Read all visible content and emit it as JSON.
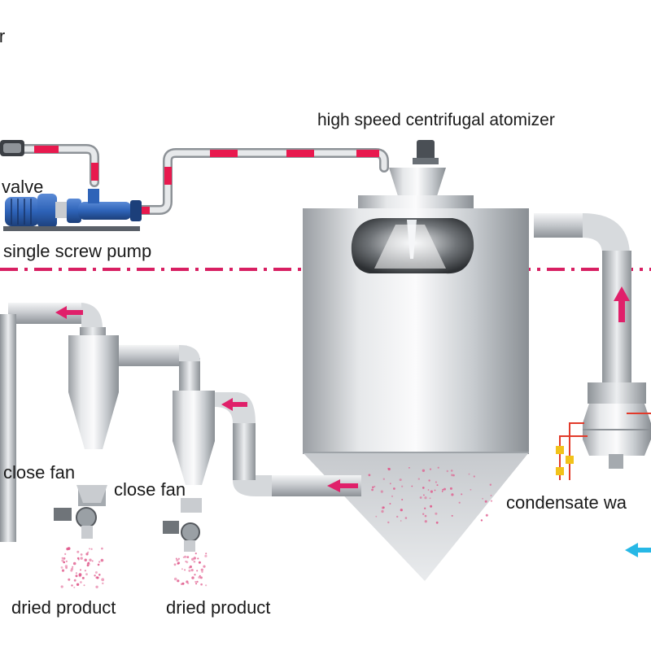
{
  "labels": {
    "corner_fragment": "ir",
    "atomizer": "high speed centrifugal atomizer",
    "valve": "valve",
    "pump": "single screw pump",
    "close_fan_1": "close fan",
    "close_fan_2": "close fan",
    "condensate": "condensate wa",
    "product_1": "dried product",
    "product_2": "dried product"
  },
  "colors": {
    "background": "#ffffff",
    "pipe": "#c4c8cc",
    "pipe_stripe": "#e8194e",
    "flow_arrow": "#e0206a",
    "divider": "#d81f62",
    "pump_motor": "#2e63b8",
    "heater_lines": "#e23a2a",
    "valves": "#f2c21a",
    "water_arrow": "#27b8e6",
    "product_dots": "#e05a8c"
  }
}
